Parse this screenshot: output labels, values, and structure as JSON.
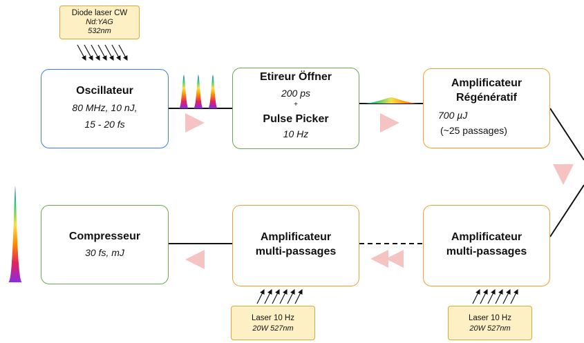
{
  "colors": {
    "blue_border": "#3b7ddd",
    "green_border": "#6aa84f",
    "orange_border": "#f0a030",
    "pump_fill": "#fdf0c5",
    "pump_border": "#d9a83a",
    "arrow_pink": "#f6c3c3"
  },
  "pump_top": {
    "line1": "Diode laser CW",
    "line2": "Nd:YAG",
    "line3": "532nm"
  },
  "oscillator": {
    "title": "Oscillateur",
    "line1": "80 MHz, 10 nJ,",
    "line2": "15 - 20 fs"
  },
  "stretcher": {
    "title": "Etireur Öffner",
    "sub1": "200 ps",
    "plus": "+",
    "title2": "Pulse Picker",
    "sub2": "10 Hz"
  },
  "regen": {
    "title1": "Amplificateur",
    "title2": "Régénératif",
    "energy": "700 µJ",
    "passes": "(~25 passages)"
  },
  "multipass_right": {
    "title1": "Amplificateur",
    "title2": "multi-passages"
  },
  "multipass_mid": {
    "title1": "Amplificateur",
    "title2": "multi-passages"
  },
  "compressor": {
    "title": "Compresseur",
    "sub": "30 fs, mJ"
  },
  "pump_mid": {
    "line1": "Laser 10 Hz",
    "line2": "20W  527nm"
  },
  "pump_right": {
    "line1": "Laser 10 Hz",
    "line2": "20W  527nm"
  },
  "icons": [
    "pump-arrows-icon",
    "pulse-train-icon",
    "stretched-pulse-icon",
    "spectrum-icon",
    "compressed-pulse-icon",
    "flow-arrow-icon"
  ]
}
